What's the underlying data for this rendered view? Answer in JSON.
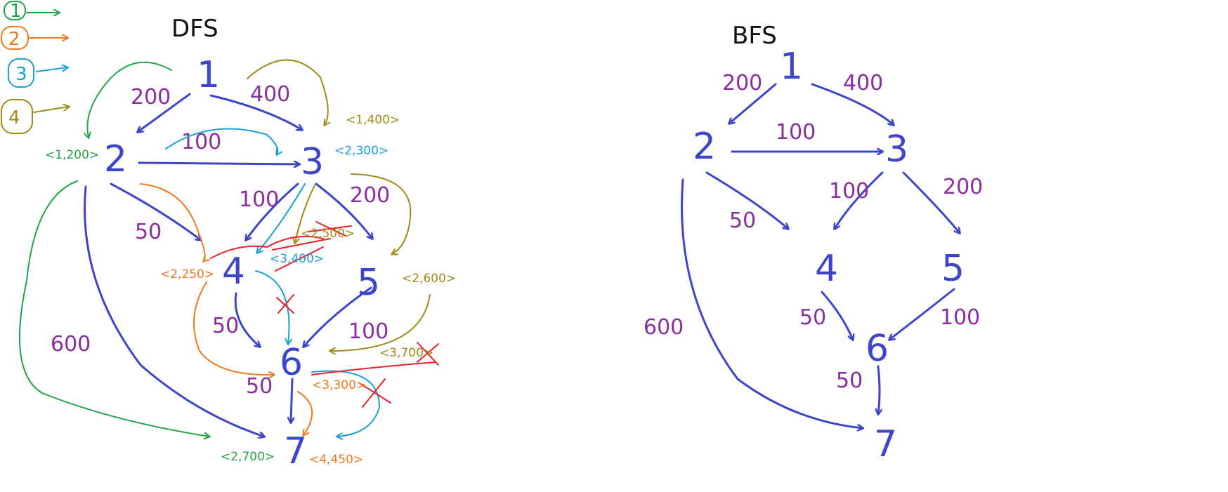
{
  "colors": {
    "edge": "#3d46c8",
    "node": "#3d46c8",
    "weight": "#8a2d9e",
    "step1": "#22a447",
    "step2": "#f2781e",
    "step3": "#1aa0d8",
    "step4": "#a08a1a",
    "cross": "#e8202a",
    "title": "#111111"
  },
  "dfs": {
    "title": "DFS",
    "legend": [
      "1",
      "2",
      "3",
      "4"
    ],
    "nodes": [
      "1",
      "2",
      "3",
      "4",
      "5",
      "6",
      "7"
    ],
    "weights": {
      "e12": "200",
      "e13": "400",
      "e23": "100",
      "e24": "50",
      "e27": "600",
      "e34": "100",
      "e35": "200",
      "e46": "50",
      "e56": "100",
      "e67": "50"
    },
    "annotations": {
      "n2": "<1,200>",
      "n3_a": "<1,400>",
      "n3_b": "<2,300>",
      "n4_a": "<2,500>",
      "n4_b": "<3,400>",
      "n4_c": "<2,250>",
      "n5": "<2,600>",
      "n6_a": "<3,700>",
      "n6_b": "<3,300>",
      "n7_a": "<2,700>",
      "n7_b": "<4,450>"
    }
  },
  "bfs": {
    "title": "BFS",
    "nodes": [
      "1",
      "2",
      "3",
      "4",
      "5",
      "6",
      "7"
    ],
    "weights": {
      "e12": "200",
      "e13": "400",
      "e23": "100",
      "e24": "50",
      "e27": "600",
      "e34": "100",
      "e35": "200",
      "e46": "50",
      "e56": "100",
      "e67": "50"
    }
  }
}
